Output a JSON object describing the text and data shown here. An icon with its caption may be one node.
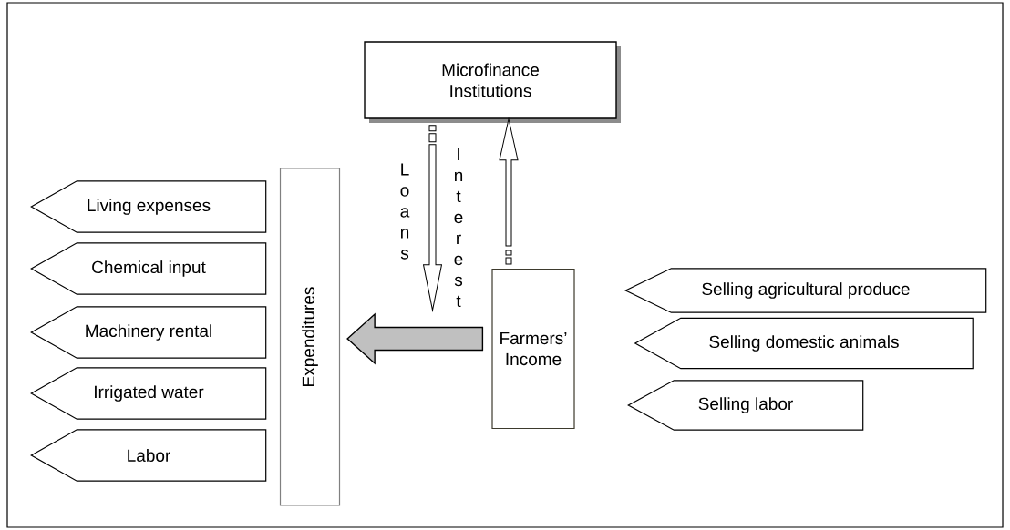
{
  "diagram": {
    "nodes": [
      {
        "text": [
          "Microfinance Institutions"
        ]
      },
      {
        "text": [
          "Expenditures"
        ]
      },
      {
        "text": [
          "Farmers’ Income"
        ]
      },
      {
        "text": [
          "Living expenses"
        ]
      },
      {
        "text": [
          "Chemical input"
        ]
      },
      {
        "text": [
          "Machinery rental"
        ]
      },
      {
        "text": [
          "Irrigated water"
        ]
      },
      {
        "text": [
          "Labor"
        ]
      },
      {
        "text": [
          "Selling agricultural produce"
        ]
      },
      {
        "text": [
          "Selling domestic animals"
        ]
      },
      {
        "text": [
          "Selling labor"
        ]
      }
    ],
    "edges": [
      {
        "from": 0,
        "to": null,
        "arrow": "to",
        "label": "Loans"
      },
      {
        "from": 2,
        "to": 0,
        "arrow": "to",
        "label": "Interest"
      },
      {
        "from": 2,
        "to": 1,
        "arrow": "to",
        "style": "thick",
        "color": "#c0c0c0"
      }
    ]
  }
}
